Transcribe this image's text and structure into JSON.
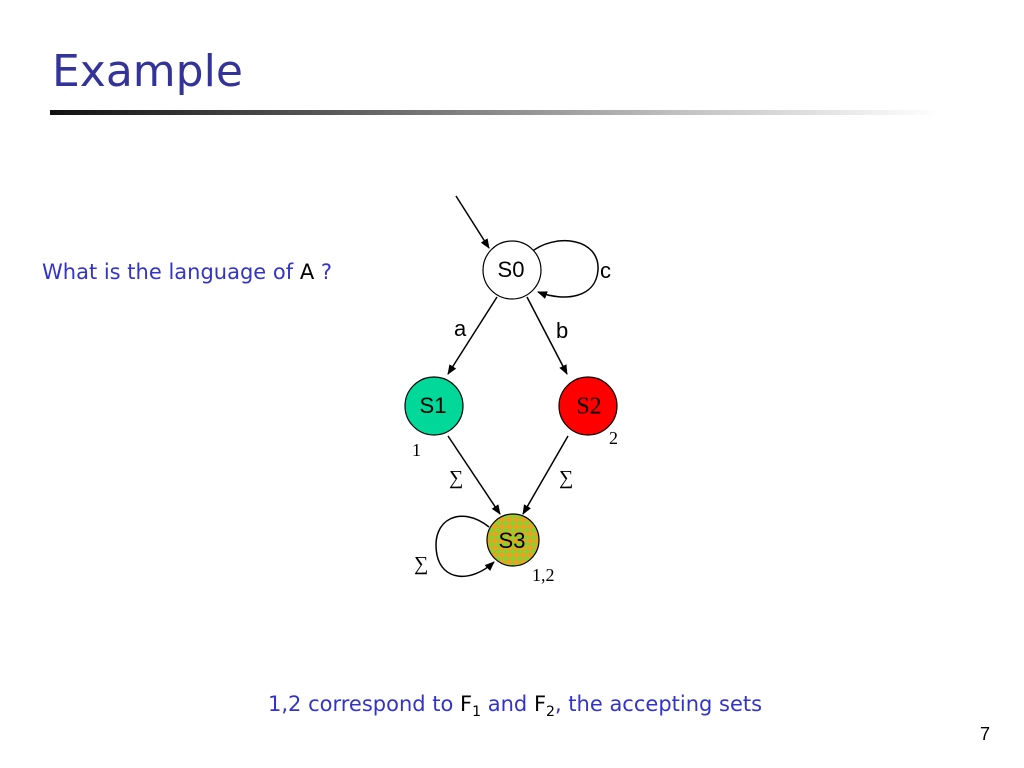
{
  "slide": {
    "title": "Example",
    "question_text": "What is the language of",
    "question_var": "A",
    "question_mark": "?",
    "page_number": "7"
  },
  "caption": {
    "prefix": "1,2 correspond to",
    "f1_letter": "F",
    "f1_sub": "1",
    "and_text": "and",
    "f2_letter": "F",
    "f2_sub": "2",
    "suffix": ", the accepting sets"
  },
  "automaton": {
    "states": [
      {
        "id": "S0",
        "label": "S0",
        "fill": "#ffffff",
        "accepting_sets": ""
      },
      {
        "id": "S1",
        "label": "S1",
        "fill": "#00d89a",
        "accepting_sets": "1"
      },
      {
        "id": "S2",
        "label": "S2",
        "fill": "#ff0000",
        "accepting_sets": "2"
      },
      {
        "id": "S3",
        "label": "S3",
        "fill": "checkered orange/green",
        "accepting_sets": "1,2"
      }
    ],
    "transitions": [
      {
        "from": "S0",
        "to": "S0",
        "label": "c"
      },
      {
        "from": "S0",
        "to": "S1",
        "label": "a"
      },
      {
        "from": "S0",
        "to": "S2",
        "label": "b"
      },
      {
        "from": "S1",
        "to": "S3",
        "label": "∑"
      },
      {
        "from": "S2",
        "to": "S3",
        "label": "∑"
      },
      {
        "from": "S3",
        "to": "S3",
        "label": "∑"
      }
    ],
    "initial_state": "S0"
  },
  "colors": {
    "title": "#333399",
    "text": "#3333cc",
    "s1_fill": "#00d89a",
    "s2_fill": "#ff0000",
    "s3_orange": "#f0a020",
    "s3_green": "#8ccf30"
  }
}
